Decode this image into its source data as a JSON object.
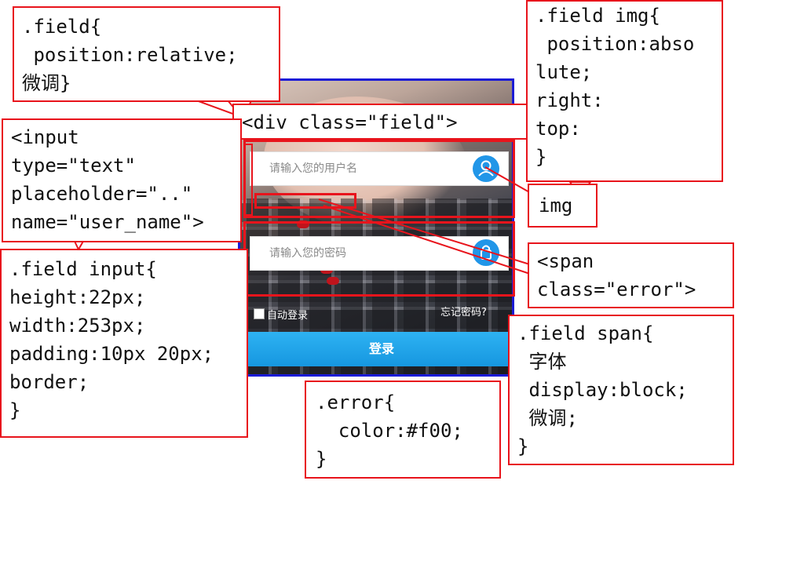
{
  "diagram": {
    "callouts": {
      "field_css": ".field{\n position:relative;\n微调}",
      "field_div": "<div class=\"field\">",
      "field_img_css": ".field img{\n position:abso\nlute;\nright:\ntop:\n}",
      "img_tag": "img",
      "input_html": "<input\ntype=\"text\"\nplaceholder=\"..\"\nname=\"user_name\">",
      "input_css": ".field input{\nheight:22px;\nwidth:253px;\npadding:10px 20px;\nborder;\n}",
      "span_html": "<span\nclass=\"error\">",
      "span_css": ".field span{\n 字体\n display:block;\n 微调;\n}",
      "error_css": ".error{\n  color:#f00;\n}"
    },
    "login": {
      "username_placeholder": "请输入您的用户名",
      "password_placeholder": "请输入您的密码",
      "remember_label": "自动登录",
      "forgot_label": "忘记密码?",
      "login_button": "登录"
    },
    "colors": {
      "callout_border": "#e8141c",
      "frame_border": "#1b1bd6",
      "accent": "#2196e8"
    },
    "icons": [
      "user-icon",
      "lock-icon"
    ]
  }
}
